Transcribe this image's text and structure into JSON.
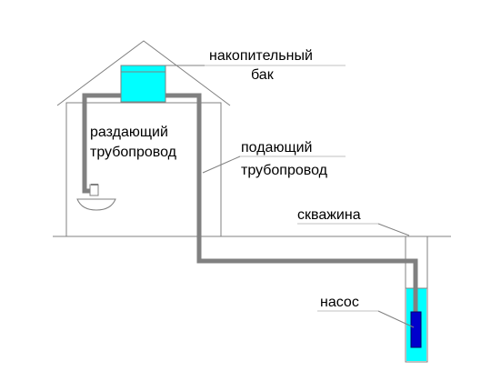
{
  "labels": {
    "tank_line1": "накопительный",
    "tank_line2": "бак",
    "dist_line1": "раздающий",
    "dist_line2": "трубопровод",
    "supply_line1": "подающий",
    "supply_line2": "трубопровод",
    "well": "скважина",
    "pump": "насос"
  },
  "colors": {
    "water": "#00ffff",
    "pipe": "#808080",
    "pump": "#0000cc",
    "outline": "#808080",
    "leader": "#808080"
  }
}
